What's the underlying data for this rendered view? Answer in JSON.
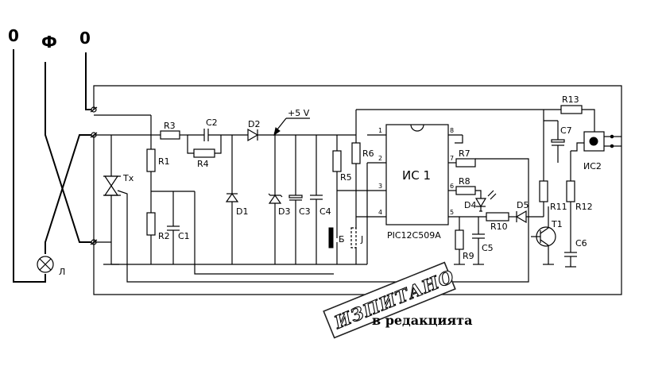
{
  "terminals": {
    "left": "0",
    "phase": "Ф",
    "right": "0"
  },
  "lamp_label": "Л",
  "labels": {
    "triac": "Tx",
    "r1": "R1",
    "r2": "R2",
    "r3": "R3",
    "r4": "R4",
    "r5": "R5",
    "r6": "R6",
    "r7": "R7",
    "r8": "R8",
    "r9": "R9",
    "r10": "R10",
    "r11": "R11",
    "r12": "R12",
    "r13": "R13",
    "c1": "C1",
    "c2": "C2",
    "c3": "C3",
    "c4": "C4",
    "c5": "C5",
    "c6": "C6",
    "c7": "C7",
    "d1": "D1",
    "d2": "D2",
    "d3": "D3",
    "d4": "D4",
    "d5": "D5",
    "t1": "T1",
    "supply": "+5 V",
    "ic1": "ИС 1",
    "ic1_part": "PIC12C509A",
    "ic2": "ИС2",
    "pin1": "1",
    "pin2": "2",
    "pin3": "3",
    "pin4": "4",
    "pin5": "5",
    "pin6": "6",
    "pin7": "7",
    "pin8": "8",
    "switch_b": "Б",
    "switch_j": "J"
  },
  "stamp": {
    "text": "ИЗПИТАНО",
    "caption": "в редакцията"
  }
}
